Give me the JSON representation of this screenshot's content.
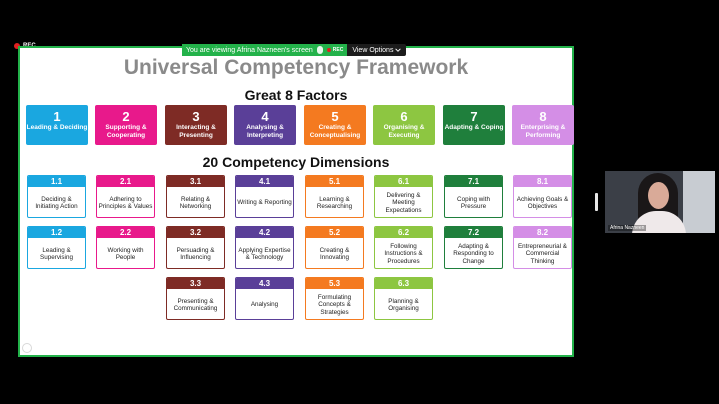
{
  "recording": {
    "label": "REC"
  },
  "share_bar": {
    "message": "You are viewing Afrina Nazneen's screen",
    "rec_label": "REC",
    "view_options": "View Options",
    "chevron": "chevron-down-icon"
  },
  "slide": {
    "title": "Universal Competency Framework",
    "factors_heading": "Great 8 Factors",
    "dimensions_heading": "20 Competency Dimensions",
    "factors": [
      {
        "num": "1",
        "label": "Leading & Deciding",
        "color": "#1aa7e0"
      },
      {
        "num": "2",
        "label": "Supporting & Cooperating",
        "color": "#e8198b"
      },
      {
        "num": "3",
        "label": "Interacting & Presenting",
        "color": "#7e2b25"
      },
      {
        "num": "4",
        "label": "Analysing & Interpreting",
        "color": "#5a3f98"
      },
      {
        "num": "5",
        "label": "Creating & Conceptualising",
        "color": "#f47a20"
      },
      {
        "num": "6",
        "label": "Organising & Executing",
        "color": "#8dc641"
      },
      {
        "num": "7",
        "label": "Adapting & Coping",
        "color": "#1f7f3c"
      },
      {
        "num": "8",
        "label": "Enterprising & Performing",
        "color": "#d48ee6"
      }
    ],
    "dimensions": [
      {
        "num": "1.1",
        "label": "Deciding & Initiating Action",
        "col": 0,
        "row": 0
      },
      {
        "num": "1.2",
        "label": "Leading & Supervising",
        "col": 0,
        "row": 1
      },
      {
        "num": "2.1",
        "label": "Adhering to Principles & Values",
        "col": 1,
        "row": 0
      },
      {
        "num": "2.2",
        "label": "Working with People",
        "col": 1,
        "row": 1
      },
      {
        "num": "3.1",
        "label": "Relating & Networking",
        "col": 2,
        "row": 0
      },
      {
        "num": "3.2",
        "label": "Persuading & Influencing",
        "col": 2,
        "row": 1
      },
      {
        "num": "3.3",
        "label": "Presenting & Communicating",
        "col": 2,
        "row": 2
      },
      {
        "num": "4.1",
        "label": "Writing & Reporting",
        "col": 3,
        "row": 0
      },
      {
        "num": "4.2",
        "label": "Applying Expertise & Technology",
        "col": 3,
        "row": 1
      },
      {
        "num": "4.3",
        "label": "Analysing",
        "col": 3,
        "row": 2
      },
      {
        "num": "5.1",
        "label": "Learning & Researching",
        "col": 4,
        "row": 0
      },
      {
        "num": "5.2",
        "label": "Creating & Innovating",
        "col": 4,
        "row": 1
      },
      {
        "num": "5.3",
        "label": "Formulating Concepts & Strategies",
        "col": 4,
        "row": 2
      },
      {
        "num": "6.1",
        "label": "Delivering & Meeting Expectations",
        "col": 5,
        "row": 0
      },
      {
        "num": "6.2",
        "label": "Following Instructions & Procedures",
        "col": 5,
        "row": 1
      },
      {
        "num": "6.3",
        "label": "Planning & Organising",
        "col": 5,
        "row": 2
      },
      {
        "num": "7.1",
        "label": "Coping with Pressure",
        "col": 6,
        "row": 0
      },
      {
        "num": "7.2",
        "label": "Adapting & Responding to Change",
        "col": 6,
        "row": 1
      },
      {
        "num": "8.1",
        "label": "Achieving Goals & Objectives",
        "col": 7,
        "row": 0
      },
      {
        "num": "8.2",
        "label": "Entrepreneurial & Commercial Thinking",
        "col": 7,
        "row": 1
      }
    ]
  },
  "participant": {
    "name": "Afrina Nazneen"
  }
}
